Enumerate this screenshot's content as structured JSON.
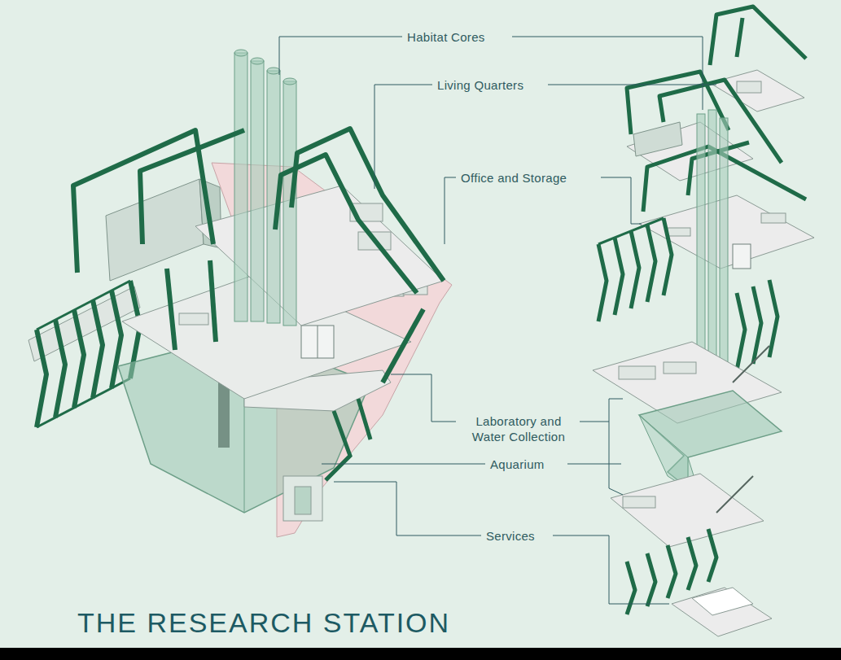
{
  "diagram": {
    "title": "THE RESEARCH STATION",
    "labels": [
      "Habitat Cores",
      "Living Quarters",
      "Office and Storage",
      "Laboratory and Water Collection",
      "Aquarium",
      "Services"
    ]
  }
}
